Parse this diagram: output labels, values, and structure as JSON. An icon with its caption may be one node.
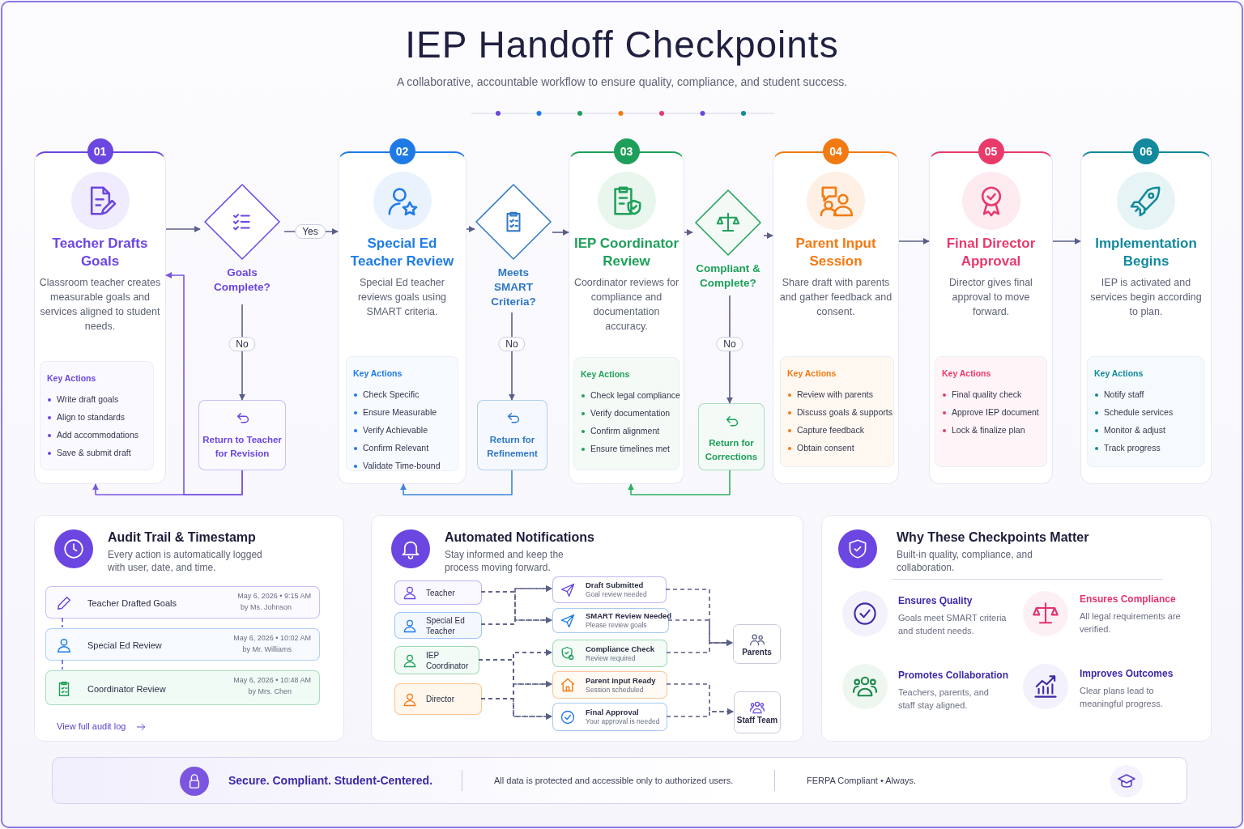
{
  "diagram": {
    "title": "IEP Handoff Checkpoints",
    "nodes": [
      {
        "text": [
          "01",
          "Teacher Drafts Goals",
          "Classroom teacher creates measurable goals and services aligned to student needs."
        ]
      },
      {
        "text": [
          "Key Actions",
          "Write draft goals",
          "Align to standards",
          "Add accommodations",
          "Save & submit draft"
        ],
        "in": 0
      },
      {
        "text": [
          "Goals Complete?"
        ]
      },
      {
        "text": [
          "Return to Teacher for Revision"
        ]
      },
      {
        "text": [
          "02",
          "Special Ed Teacher Review",
          "Special Ed teacher reviews goals using SMART criteria."
        ]
      },
      {
        "text": [
          "Key Actions",
          "Check Specific",
          "Ensure Measurable",
          "Verify Achievable",
          "Confirm Relevant",
          "Validate Time-bound"
        ],
        "in": 4
      },
      {
        "text": [
          "Meets SMART Criteria?"
        ]
      },
      {
        "text": [
          "Return for Refinement"
        ]
      },
      {
        "text": [
          "03",
          "IEP Coordinator Review",
          "Coordinator reviews for compliance and documentation accuracy."
        ]
      },
      {
        "text": [
          "Key Actions",
          "Check legal compliance",
          "Verify documentation",
          "Confirm alignment",
          "Ensure timelines met"
        ],
        "in": 8
      },
      {
        "text": [
          "Compliant & Complete?"
        ]
      },
      {
        "text": [
          "Return for Corrections"
        ]
      },
      {
        "text": [
          "04",
          "Parent Input Session",
          "Share draft with parents and gather feedback and consent."
        ]
      },
      {
        "text": [
          "Key Actions",
          "Review with parents",
          "Discuss goals & supports",
          "Capture feedback",
          "Obtain consent"
        ],
        "in": 12
      },
      {
        "text": [
          "05",
          "Final Director Approval",
          "Director gives final approval to move forward."
        ]
      },
      {
        "text": [
          "Key Actions",
          "Final quality check",
          "Approve IEP document",
          "Lock & finalize plan"
        ],
        "in": 14
      },
      {
        "text": [
          "06",
          "Implementation Begins",
          "IEP is activated and services begin according to plan."
        ]
      },
      {
        "text": [
          "Key Actions",
          "Notify staff",
          "Schedule services",
          "Monitor & adjust",
          "Track progress"
        ],
        "in": 16
      },
      {
        "text": [
          "Audit Trail & Timestamp",
          "Every action is automatically logged with user, date, and time.",
          "View full audit log"
        ]
      },
      {
        "text": [
          "Teacher Drafted Goals",
          "May 6, 2026 • 9:15 AM",
          "by Ms. Johnson"
        ],
        "in": 18
      },
      {
        "text": [
          "Special Ed Review",
          "May 6, 2026 • 10:02 AM",
          "by Mr. Williams"
        ],
        "in": 18
      },
      {
        "text": [
          "Coordinator Review",
          "May 6, 2026 • 10:48 AM",
          "by Mrs. Chen"
        ],
        "in": 18
      },
      {
        "text": [
          "Automated Notifications",
          "Stay informed and keep the process moving forward."
        ]
      },
      {
        "text": [
          "Teacher"
        ],
        "in": 22
      },
      {
        "text": [
          "Special Ed Teacher"
        ],
        "in": 22
      },
      {
        "text": [
          "IEP Coordinator"
        ],
        "in": 22
      },
      {
        "text": [
          "Director"
        ],
        "in": 22
      },
      {
        "text": [
          "Draft Submitted",
          "Goal review needed"
        ],
        "in": 22
      },
      {
        "text": [
          "SMART Review Needed",
          "Please review goals"
        ],
        "in": 22
      },
      {
        "text": [
          "Compliance Check",
          "Review required"
        ],
        "in": 22
      },
      {
        "text": [
          "Parent Input Ready",
          "Session scheduled"
        ],
        "in": 22
      },
      {
        "text": [
          "Final Approval",
          "Your approval is needed"
        ],
        "in": 22
      },
      {
        "text": [
          "Parents"
        ],
        "in": 22
      },
      {
        "text": [
          "Staff Team"
        ],
        "in": 22
      },
      {
        "text": [
          "Why These Checkpoints Matter",
          "Built-in quality, compliance, and collaboration.",
          "Ensures Quality",
          "Goals meet SMART criteria and student needs.",
          "Ensures Compliance",
          "All legal requirements are verified.",
          "Promotes Collaboration",
          "Teachers, parents, and staff stay aligned.",
          "Improves Outcomes",
          "Clear plans lead to meaningful progress."
        ]
      },
      {
        "text": [
          "Secure. Compliant. Student-Centered.",
          "All data is protected and accessible only to authorized users.",
          "FERPA Compliant • Always."
        ]
      }
    ],
    "edges": [
      {
        "from": 0,
        "to": 2,
        "arrow": "to"
      },
      {
        "from": 2,
        "to": 4,
        "arrow": "to",
        "label": "Yes"
      },
      {
        "from": 2,
        "to": 3,
        "arrow": "to",
        "label": "No"
      },
      {
        "from": 3,
        "to": 0,
        "arrow": "to",
        "color": "#7b55e0"
      },
      {
        "from": 3,
        "to": 0,
        "arrow": "to",
        "color": "#7b55e0"
      },
      {
        "from": 4,
        "to": 6,
        "arrow": "to"
      },
      {
        "from": 6,
        "to": 8,
        "arrow": "to"
      },
      {
        "from": 6,
        "to": 7,
        "arrow": "to",
        "label": "No"
      },
      {
        "from": 7,
        "to": 4,
        "arrow": "to",
        "color": "#3d86d6"
      },
      {
        "from": 8,
        "to": 10,
        "arrow": "to"
      },
      {
        "from": 10,
        "to": 12,
        "arrow": "to"
      },
      {
        "from": 10,
        "to": 11,
        "arrow": "to",
        "label": "No"
      },
      {
        "from": 11,
        "to": 8,
        "arrow": "to",
        "color": "#2fae62"
      },
      {
        "from": 12,
        "to": 14,
        "arrow": "to"
      },
      {
        "from": 14,
        "to": 16,
        "arrow": "to"
      },
      {
        "from": 19,
        "to": 20,
        "arrow": "none",
        "style": "dashed",
        "color": "#5b5bd6"
      },
      {
        "from": 20,
        "to": 21,
        "arrow": "none",
        "style": "dashed",
        "color": "#5b5bd6"
      },
      {
        "from": 23,
        "to": 27,
        "arrow": "to",
        "style": "dashed"
      },
      {
        "from": 23,
        "to": 28,
        "arrow": "to",
        "style": "dashed"
      },
      {
        "from": 24,
        "to": 27,
        "arrow": "to",
        "style": "dashed"
      },
      {
        "from": 24,
        "to": 28,
        "arrow": "to",
        "style": "dashed"
      },
      {
        "from": 25,
        "to": 29,
        "arrow": "to",
        "style": "dashed"
      },
      {
        "from": 25,
        "to": 30,
        "arrow": "to",
        "style": "dashed"
      },
      {
        "from": 25,
        "to": 31,
        "arrow": "to",
        "style": "dashed"
      },
      {
        "from": 26,
        "to": 29,
        "arrow": "to",
        "style": "dashed"
      },
      {
        "from": 26,
        "to": 30,
        "arrow": "to",
        "style": "dashed"
      },
      {
        "from": 26,
        "to": 31,
        "arrow": "to",
        "style": "dashed"
      },
      {
        "from": 27,
        "to": 32,
        "arrow": "to",
        "style": "dashed"
      },
      {
        "from": 28,
        "to": 32,
        "arrow": "to",
        "style": "dashed"
      },
      {
        "from": 29,
        "to": 32,
        "arrow": "to",
        "style": "dashed"
      },
      {
        "from": 30,
        "to": 33,
        "arrow": "to",
        "style": "dashed"
      },
      {
        "from": 31,
        "to": 33,
        "arrow": "to",
        "style": "dashed"
      }
    ],
    "labels": [
      "A collaborative, accountable workflow to ensure quality, compliance, and student success."
    ]
  }
}
